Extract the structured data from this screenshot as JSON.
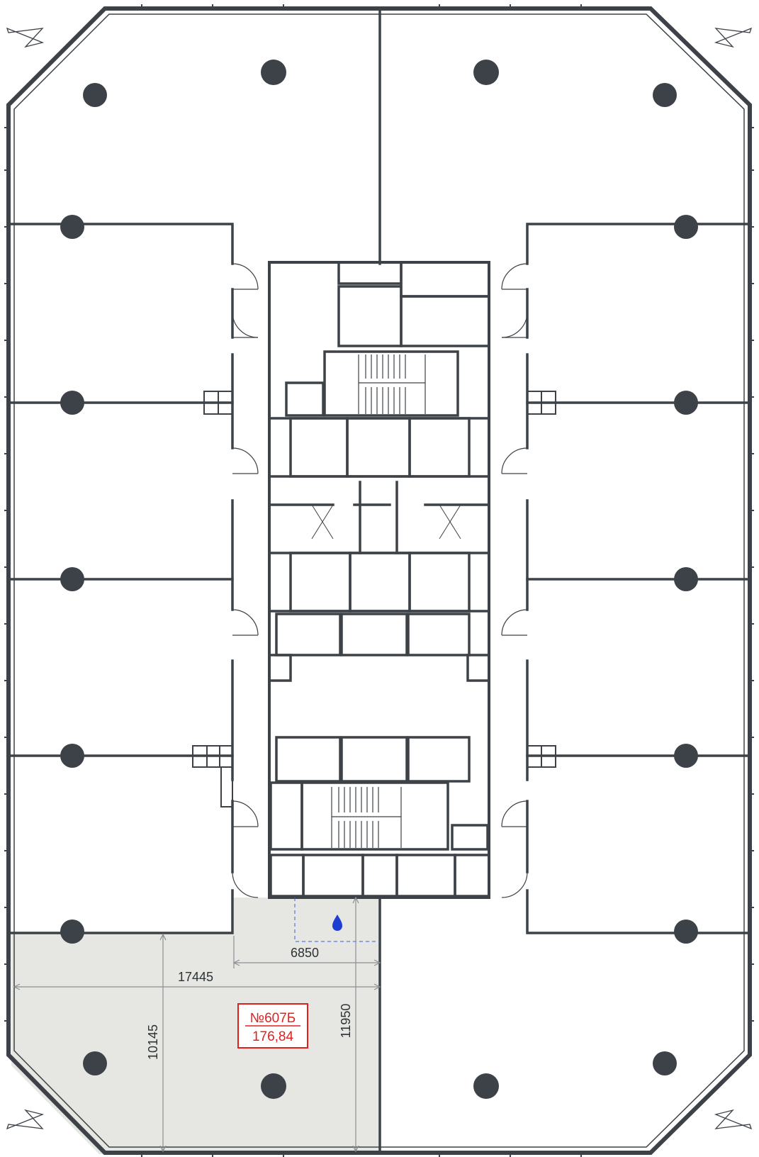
{
  "unit": {
    "number": "№607Б",
    "area": "176,84",
    "highlight_color": "#e6e7e3",
    "label_color": "#e0201f"
  },
  "dimensions": {
    "width_total": "17445",
    "width_inner": "6850",
    "depth_left": "10145",
    "depth_right": "11950"
  },
  "icons": {
    "water_point": "water-drop-icon",
    "north_markers": "compass-arrow-icon"
  },
  "colors": {
    "walls": "#3c4247",
    "water": "#1c3fd1"
  }
}
